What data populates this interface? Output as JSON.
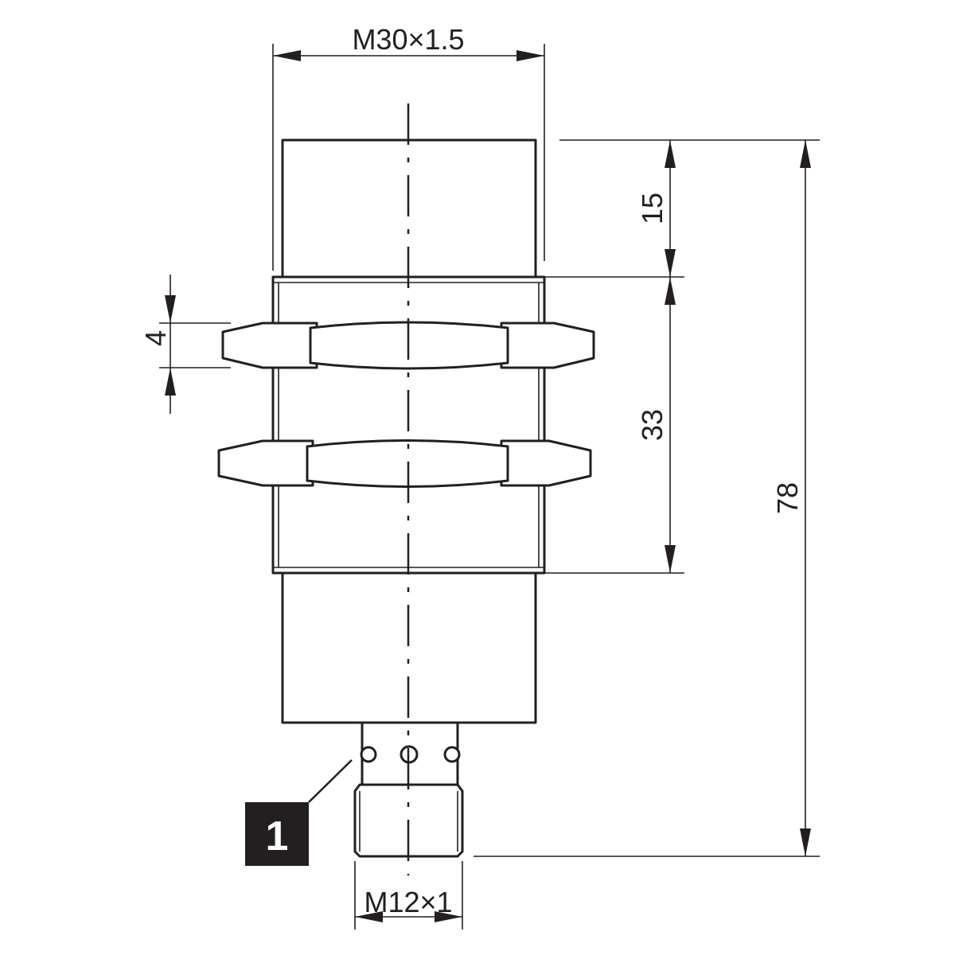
{
  "dimensions": {
    "thread_main": "M30×1.5",
    "length_front": "15",
    "nut_thickness": "4",
    "thread_length": "33",
    "total_length": "78",
    "connector_thread": "M12×1"
  },
  "callout": {
    "number": "1"
  },
  "colors": {
    "line": "#231f20",
    "background": "#ffffff"
  }
}
